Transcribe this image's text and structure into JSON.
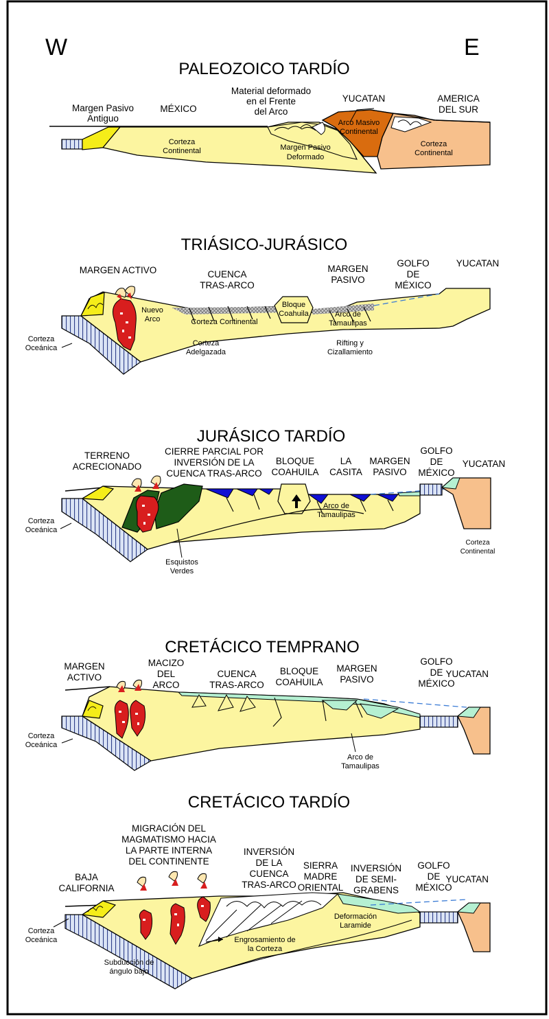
{
  "header": {
    "west": "W",
    "east": "E"
  },
  "colors": {
    "crust": "#fcf5a0",
    "yellow": "#f5ed19",
    "arc": "#d96c0f",
    "sa": "#f7c08c",
    "green": "#1e5c18",
    "blue": "#1010d4",
    "teal": "#b5f0d2",
    "red": "#d81e1e",
    "flame": "#fde7b0"
  },
  "panels": {
    "p1": {
      "title": "PALEOZOICO TARDÍO",
      "margen_pasivo_antiguo": [
        "Margen Pasivo",
        "Antiguo"
      ],
      "mexico": "MÉXICO",
      "material": [
        "Material deformado",
        "en el Frente",
        "del Arco"
      ],
      "yucatan": "YUCATAN",
      "america": [
        "AMERICA",
        "DEL SUR"
      ],
      "corteza": [
        "Corteza",
        "Continental"
      ],
      "margen_deformado": [
        "Margen Pasivo",
        "Deformado"
      ],
      "arco_masivo": [
        "Arco Masivo",
        "Continental"
      ],
      "corteza_sa": [
        "Corteza",
        "Continental"
      ]
    },
    "p2": {
      "title": "TRIÁSICO-JURÁSICO",
      "margen_activo": "MARGEN ACTIVO",
      "cuenca": [
        "CUENCA",
        "TRAS-ARCO"
      ],
      "margen_pasivo": [
        "MARGEN",
        "PASIVO"
      ],
      "golfo": [
        "GOLFO",
        "DE",
        "MÉXICO"
      ],
      "yucatan": "YUCATAN",
      "nuevo_arco": [
        "Nuevo",
        "Arco"
      ],
      "corteza_continental": "Corteza Continental",
      "bloque": [
        "Bloque",
        "Coahuila"
      ],
      "arco_tamaulipas": [
        "Arco de",
        "Tamaulipas"
      ],
      "corteza_oceanica": [
        "Corteza",
        "Oceánica"
      ],
      "corteza_adelgazada": [
        "Corteza",
        "Adelgazada"
      ],
      "rifting": [
        "Rifting y",
        "Cizallamiento"
      ]
    },
    "p3": {
      "title": "JURÁSICO TARDÍO",
      "terreno": [
        "TERRENO",
        "ACRECIONADO"
      ],
      "cierre": [
        "CIERRE PARCIAL POR",
        "INVERSIÓN DE LA",
        "CUENCA TRAS-ARCO"
      ],
      "bloque": [
        "BLOQUE",
        "COAHUILA"
      ],
      "la_casita": [
        "LA",
        "CASITA"
      ],
      "margen_pasivo": [
        "MARGEN",
        "PASIVO"
      ],
      "golfo": [
        "GOLFO",
        "DE",
        "MÉXICO"
      ],
      "yucatan": "YUCATAN",
      "arco_tamaulipas": [
        "Arco de",
        "Tamaulipas"
      ],
      "corteza_oceanica": [
        "Corteza",
        "Oceánica"
      ],
      "esquistos": [
        "Esquistos",
        "Verdes"
      ],
      "corteza_continental": [
        "Corteza",
        "Continental"
      ]
    },
    "p4": {
      "title": "CRETÁCICO TEMPRANO",
      "margen_activo": [
        "MARGEN",
        "ACTIVO"
      ],
      "macizo": [
        "MACIZO",
        "DEL",
        "ARCO"
      ],
      "cuenca": [
        "CUENCA",
        "TRAS-ARCO"
      ],
      "bloque": [
        "BLOQUE",
        "COAHUILA"
      ],
      "margen_pasivo": [
        "MARGEN",
        "PASIVO"
      ],
      "golfo": [
        "GOLFO",
        "DE",
        "MÉXICO"
      ],
      "yucatan": "YUCATAN",
      "corteza_oceanica": [
        "Corteza",
        "Oceánica"
      ],
      "arco_tamaulipas": [
        "Arco de",
        "Tamaulipas"
      ]
    },
    "p5": {
      "title": "CRETÁCICO TARDÍO",
      "migracion": [
        "MIGRACIÓN DEL",
        "MAGMATISMO HACIA",
        "LA PARTE INTERNA",
        "DEL CONTINENTE"
      ],
      "inversion_cuenca": [
        "INVERSIÓN",
        "DE LA",
        "CUENCA",
        "TRAS-ARCO"
      ],
      "sierra": [
        "SIERRA",
        "MADRE",
        "ORIENTAL"
      ],
      "inversion_semi": [
        "INVERSIÓN",
        "DE SEMI-",
        "GRABENS"
      ],
      "golfo": [
        "GOLFO",
        "DE",
        "MÉXICO"
      ],
      "yucatan": "YUCATAN",
      "baja": [
        "BAJA",
        "CALIFORNIA"
      ],
      "corteza_oceanica": [
        "Corteza",
        "Oceánica"
      ],
      "subduccion": [
        "Subducción de",
        "ángulo bajo"
      ],
      "engrosamiento": [
        "Engrosamiento de",
        "la Corteza"
      ],
      "laramide": [
        "Deformación",
        "Laramide"
      ]
    }
  }
}
